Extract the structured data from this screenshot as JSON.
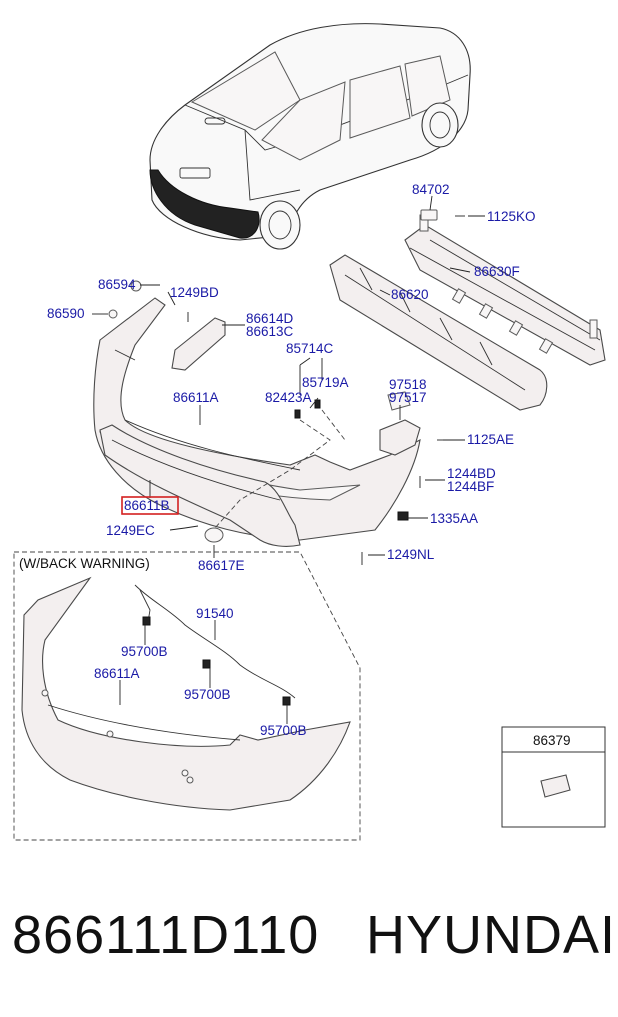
{
  "labels": {
    "p84702": "84702",
    "p1125KO": "1125KO",
    "p86630F": "86630F",
    "p86594": "86594",
    "p1249BD": "1249BD",
    "p86620": "86620",
    "p86590": "86590",
    "p86614D": "86614D",
    "p86613C": "86613C",
    "p85714C": "85714C",
    "p85719A": "85719A",
    "p86611A_top": "86611A",
    "p82423A": "82423A",
    "p97518": "97518",
    "p97517": "97517",
    "p1125AE": "1125AE",
    "p1244BD": "1244BD",
    "p1244BF": "1244BF",
    "p86611B": "86611B",
    "p1335AA": "1335AA",
    "p1249EC": "1249EC",
    "p1249NL": "1249NL",
    "p86617E": "86617E",
    "wback": "(W/BACK  WARNING)",
    "p91540": "91540",
    "p95700B_1": "95700B",
    "p86611A_bottom": "86611A",
    "p95700B_2": "95700B",
    "p95700B_3": "95700B",
    "p86379": "86379"
  },
  "highlight": {
    "part": "86611B",
    "color": "#d32020"
  },
  "footer": {
    "part_number": "866111D110",
    "brand": "HYUNDAI"
  }
}
